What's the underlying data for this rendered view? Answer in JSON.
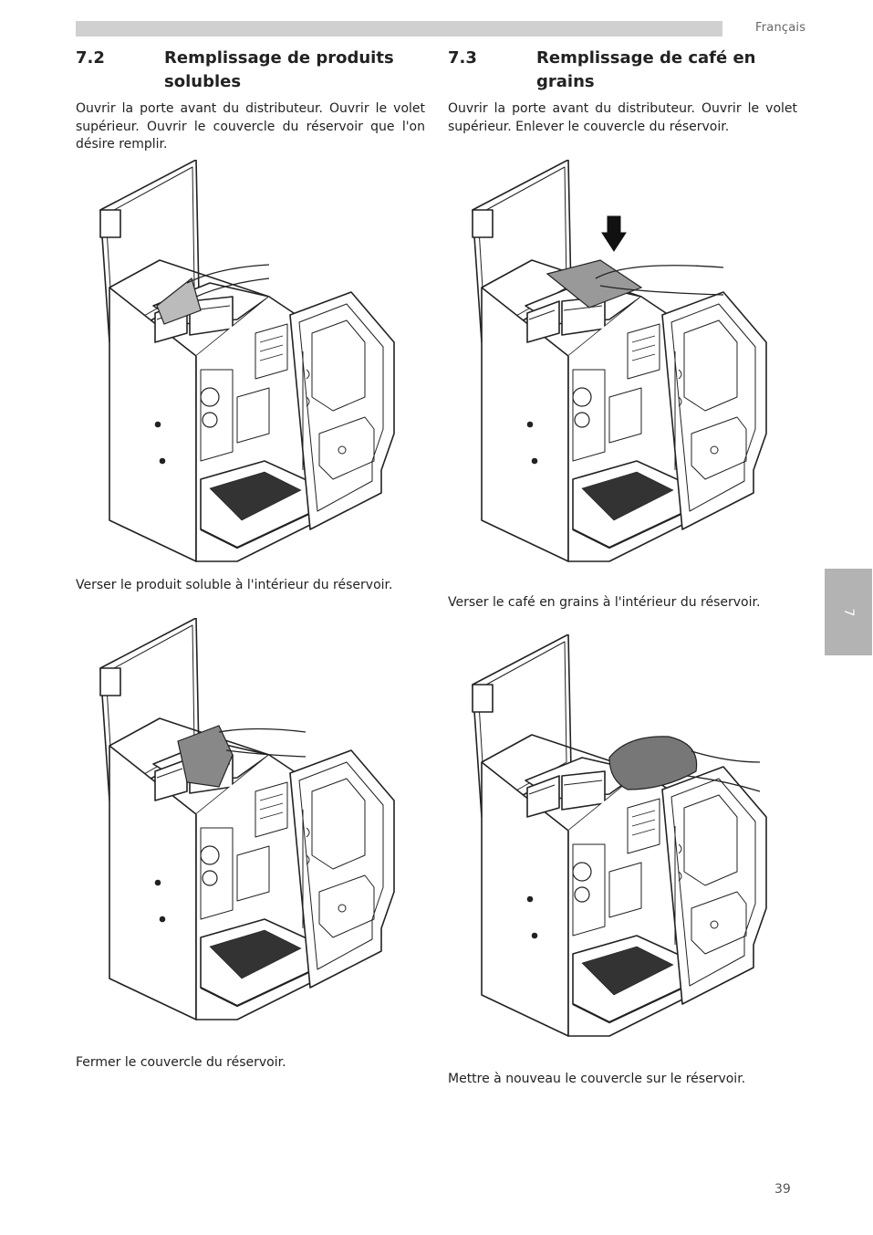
{
  "header": {
    "language": "Français"
  },
  "side_tab": {
    "label": "7"
  },
  "page_number": "39",
  "left": {
    "section_number": "7.2",
    "section_title": "Remplissage de produits solubles",
    "intro": "Ouvrir la porte avant du distributeur. Ouvrir le volet supérieur. Ouvrir le couvercle du réservoir que l'on désire remplir.",
    "caption_1": "Verser le produit soluble à l'intérieur du réservoir.",
    "caption_2": "Fermer le couvercle du réservoir."
  },
  "right": {
    "section_number": "7.3",
    "section_title": "Remplissage de café en grains",
    "intro": "Ouvrir la porte avant du distributeur. Ouvrir le volet supérieur. Enlever le couvercle du réservoir.",
    "caption_1": "Verser le café en grains à l'intérieur du réservoir.",
    "caption_2": "Mettre à nouveau le couvercle sur le réservoir."
  }
}
